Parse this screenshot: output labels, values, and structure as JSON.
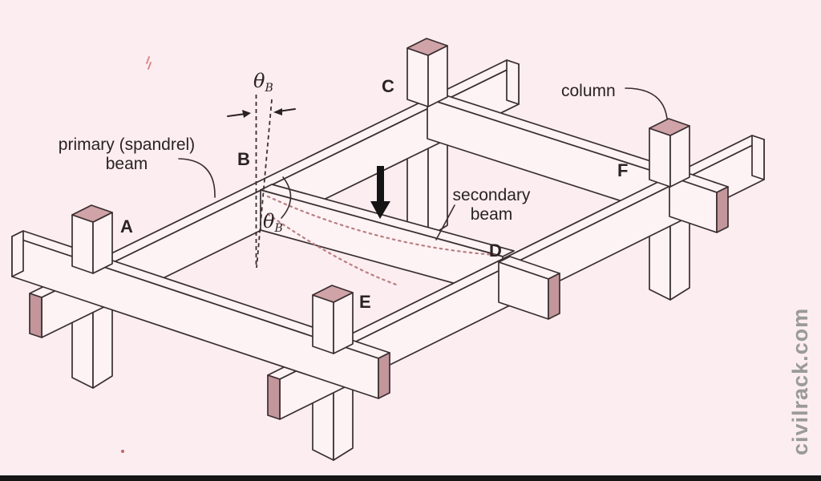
{
  "figure": {
    "joint_labels": {
      "A": "A",
      "B": "B",
      "C": "C",
      "D": "D",
      "E": "E",
      "F": "F"
    },
    "annotations": {
      "primary_beam_line1": "primary (spandrel)",
      "primary_beam_line2": "beam",
      "secondary_beam_line1": "secondary",
      "secondary_beam_line2": "beam",
      "column": "column",
      "theta_symbol": "θ",
      "theta_subscript": "B"
    },
    "colors": {
      "background": "#fcedf0",
      "line": "#392e30",
      "beam_face": "#fdf2f4",
      "pink_cut_face": "#c2969b",
      "pink_column_top": "#cfa3a7",
      "deflection_curve": "#b97f82",
      "load_arrow": "#141414",
      "label_text": "#2a2224",
      "bottom_bar": "#161616"
    }
  },
  "watermark": {
    "text": "civilrack.com",
    "color": "#9a9a9a"
  }
}
